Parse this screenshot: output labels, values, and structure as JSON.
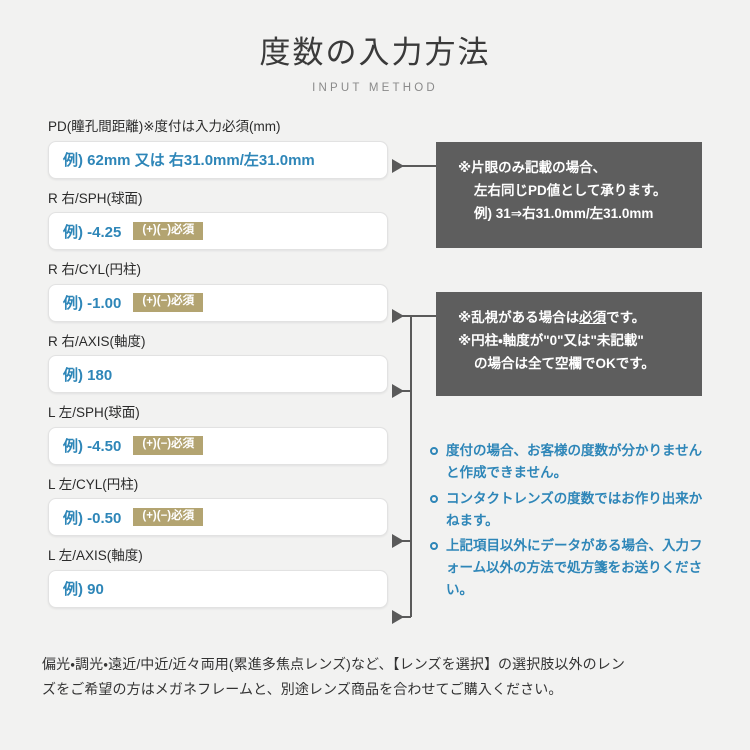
{
  "header": {
    "title_ja": "度数の入力方法",
    "title_en": "INPUT METHOD"
  },
  "form": {
    "fields": [
      {
        "id": "pd",
        "label": "PD(瞳孔間距離)※度付は入力必須(mm)",
        "value": "例) 62mm 又は 右31.0mm/左31.0mm",
        "badge": null
      },
      {
        "id": "r-sph",
        "label": "R 右/SPH(球面)",
        "value": "例) -4.25",
        "badge": "(+)(−)必須"
      },
      {
        "id": "r-cyl",
        "label": "R 右/CYL(円柱)",
        "value": "例) -1.00",
        "badge": "(+)(−)必須"
      },
      {
        "id": "r-axis",
        "label": "R 右/AXIS(軸度)",
        "value": "例) 180",
        "badge": null
      },
      {
        "id": "l-sph",
        "label": "L 左/SPH(球面)",
        "value": "例) -4.50",
        "badge": "(+)(−)必須"
      },
      {
        "id": "l-cyl",
        "label": "L 左/CYL(円柱)",
        "value": "例) -0.50",
        "badge": "(+)(−)必須"
      },
      {
        "id": "l-axis",
        "label": "L 左/AXIS(軸度)",
        "value": "例) 90",
        "badge": null
      }
    ]
  },
  "notes": {
    "pd_note": {
      "lines": [
        "※片眼のみ記載の場合、",
        "左右同じPD値として承ります。",
        "例) 31⇒右31.0mm/左31.0mm"
      ]
    },
    "cyl_note": {
      "lines": [
        "※乱視がある場合は必須です。",
        "※円柱・軸度が\"0\"又は\"未記載\"",
        "の場合は全て空欄でOKです。"
      ],
      "underline_word": "必須"
    }
  },
  "bullets": [
    "度付の場合、お客様の度数が分かりませんと作成できません。",
    "コンタクトレンズの度数ではお作り出来かねます。",
    "上記項目以外にデータがある場合、入力フォーム以外の方法で処方箋をお送りください。"
  ],
  "footer": {
    "line1": "偏光・調光・遠近/中近/近々両用(累進多焦点レンズ)など、【レンズを選択】の選択肢以外のレン",
    "line2": "ズをご希望の方はメガネフレームと、別途レンズ商品を合わせてご購入ください。"
  },
  "colors": {
    "background": "#f2f2f1",
    "accent_blue": "#2e86b8",
    "badge_khaki": "#b3a471",
    "note_dark": "#5e5e5e",
    "connector": "#5a5a5a"
  }
}
